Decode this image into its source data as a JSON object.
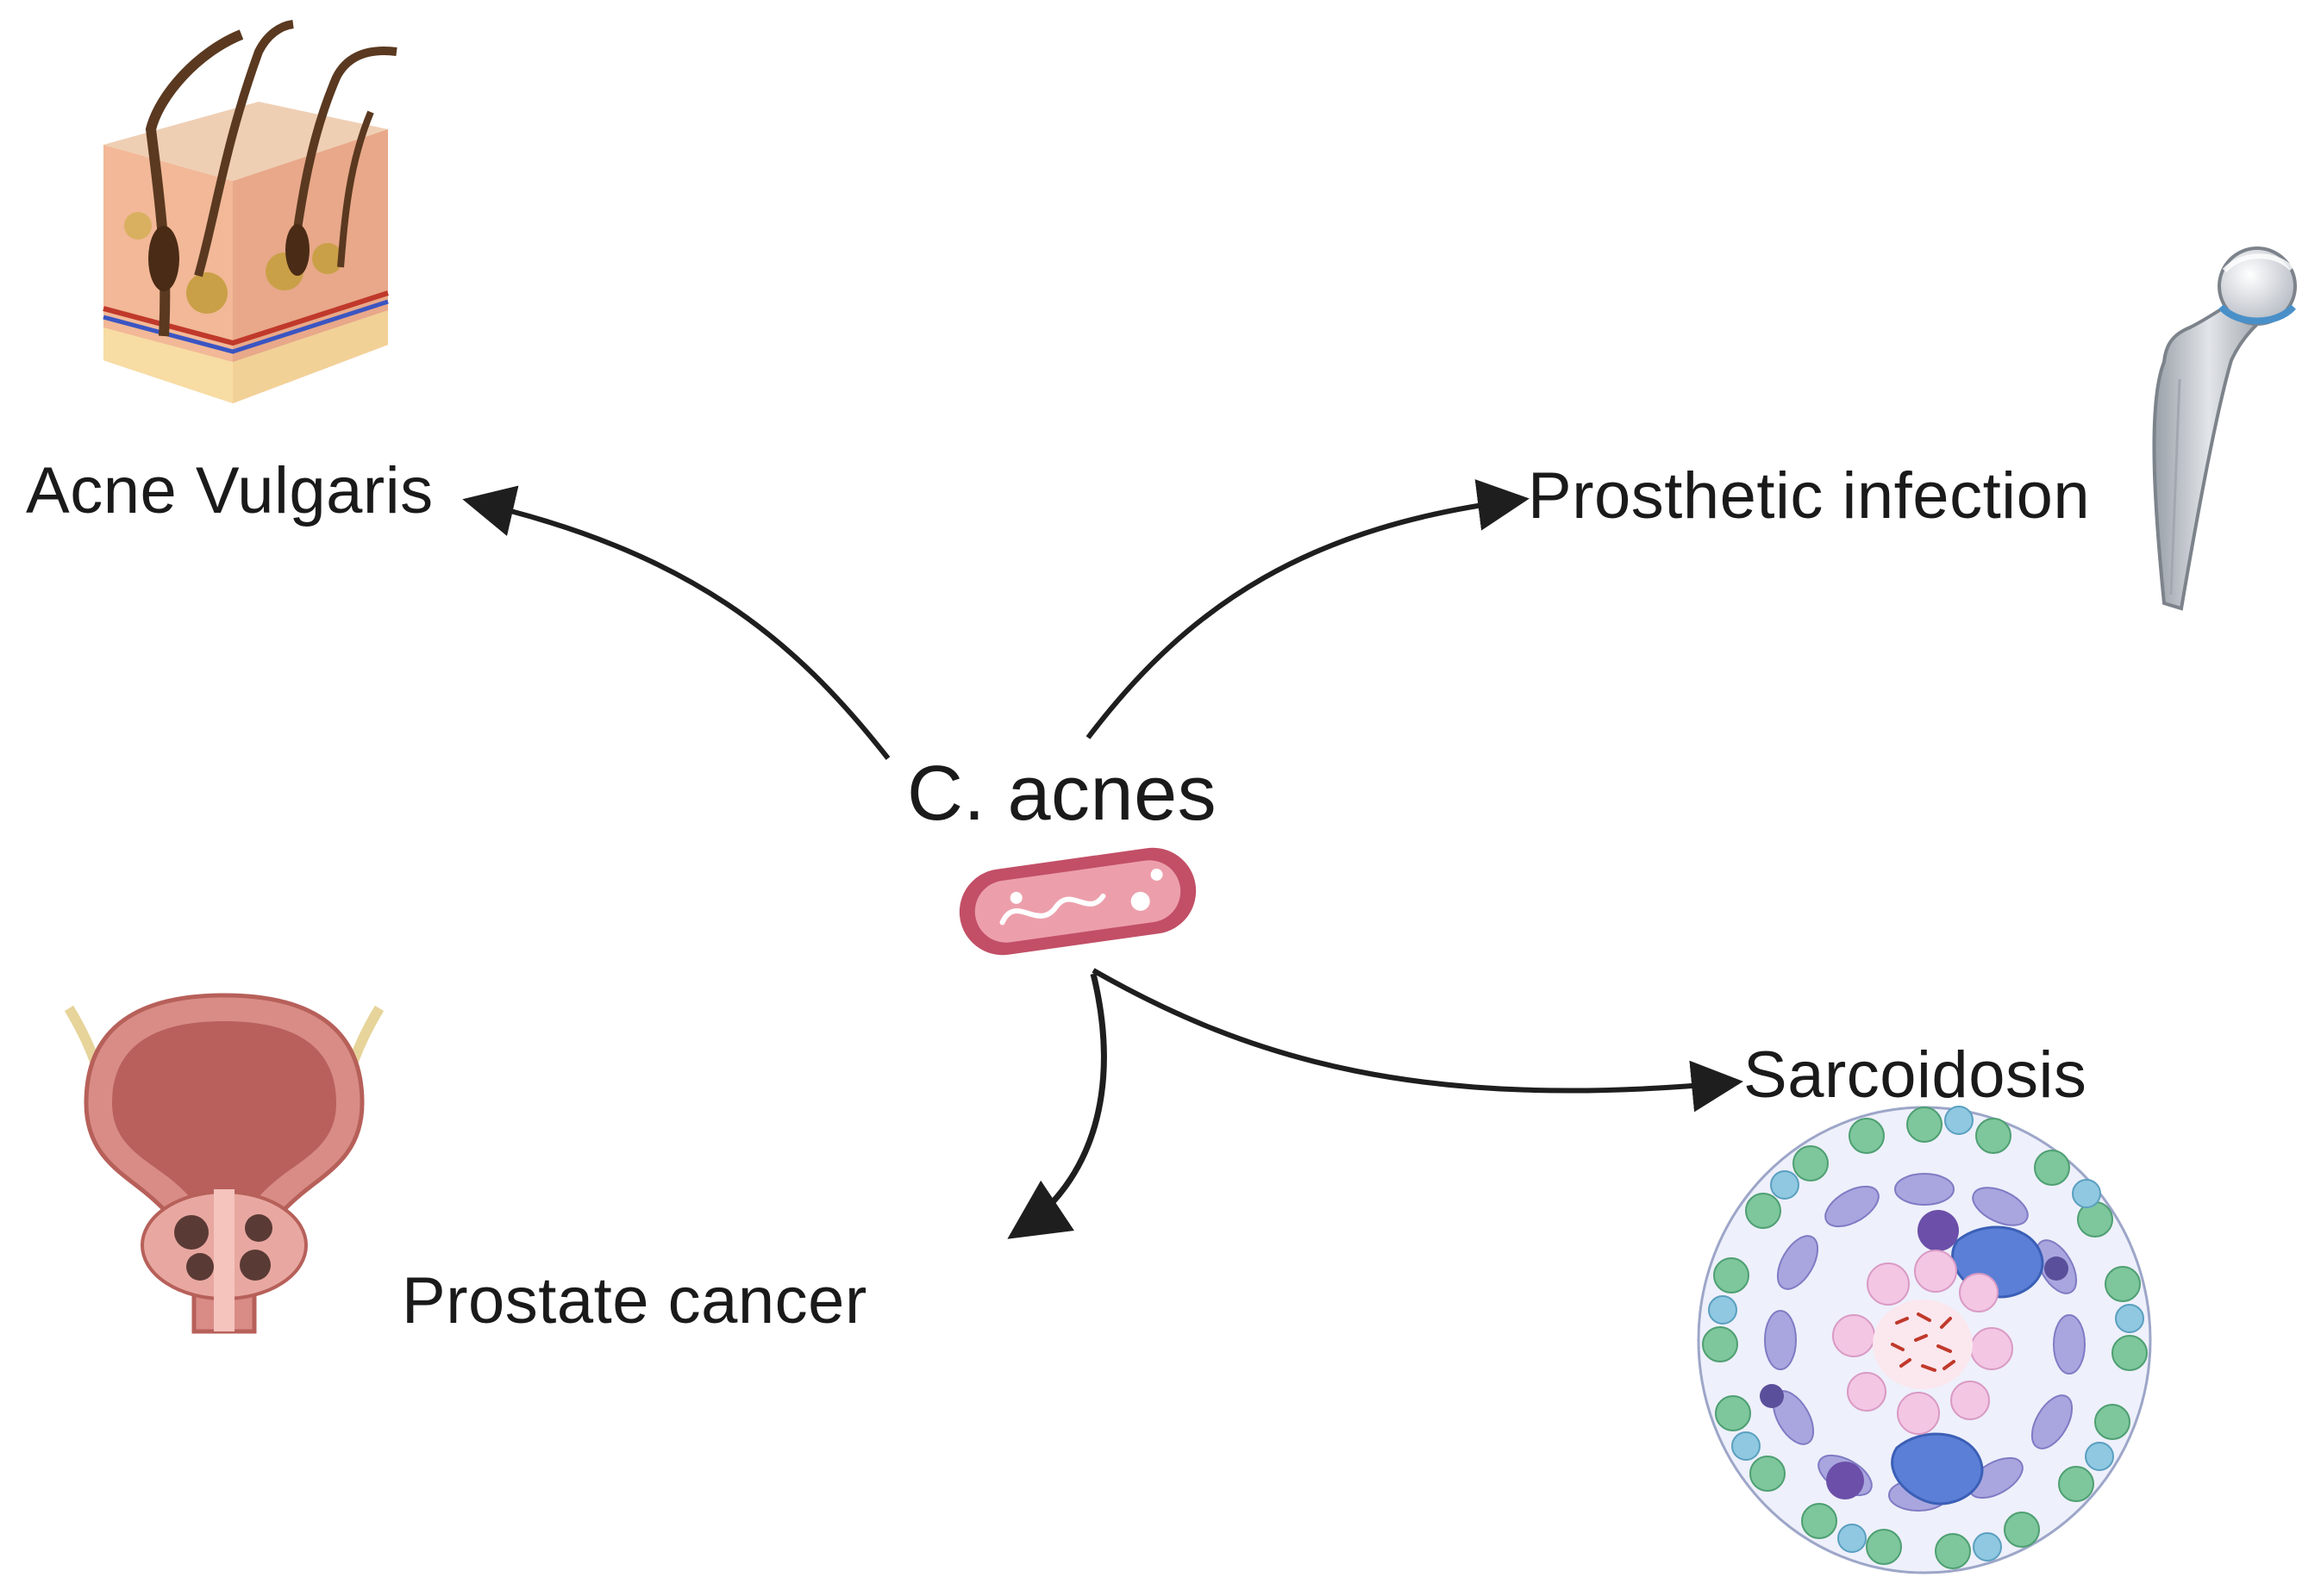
{
  "center": {
    "label": "C. acnes"
  },
  "nodes": {
    "acne": {
      "label": "Acne Vulgaris"
    },
    "prosthetic": {
      "label": "Prosthetic infection"
    },
    "sarcoidosis": {
      "label": "Sarcoidosis"
    },
    "prostate": {
      "label": "Prostate cancer"
    }
  },
  "colors": {
    "arrow": "#1e1e1e",
    "bacterium_fill": "#e99aa6",
    "bacterium_outline": "#c24f66",
    "skin": "#f0b79a",
    "prosthesis": "#bfc4cc",
    "prostate": "#b9605c",
    "granuloma": "#a9a6df"
  },
  "icons": [
    "skin-cross-section-icon",
    "hip-prosthesis-icon",
    "prostate-icon",
    "granuloma-icon",
    "bacterium-icon"
  ]
}
